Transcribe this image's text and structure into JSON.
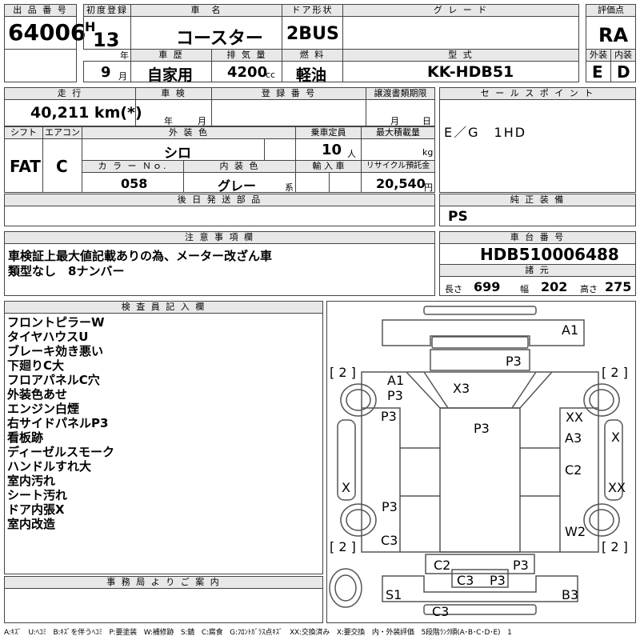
{
  "headers": {
    "lot_no": "出 品 番 号",
    "first_reg": "初度登録",
    "car_name": "車　名",
    "doors": "ドア形状",
    "grade": "グ レ ー ド",
    "rating": "評価点",
    "history": "車 歴",
    "displacement": "排 気 量",
    "fuel": "燃 料",
    "model": "型 式",
    "exterior": "外装",
    "interior": "内装",
    "mileage": "走 行",
    "inspection": "車 検",
    "reg_no": "登 録 番 号",
    "transfer": "譲渡書類期限",
    "sales_point": "セ ー ル ス ポ イ ン ト",
    "shift": "シフト",
    "aircon": "エアコン",
    "ext_color": "外 装 色",
    "capacity": "乗車定員",
    "max_load": "最大積載量",
    "color_no": "カ ラ ー Ｎｏ.",
    "int_color": "内 装 色",
    "import": "輸 入 車",
    "recycle": "リサイクル預託金",
    "later_parts": "後 日 発 送 部 品",
    "genuine": "純 正 装 備",
    "caution": "注 意 事 項 欄",
    "chassis": "車 台 番 号",
    "specs": "諸 元",
    "inspector": "検 査 員 記 入 欄",
    "office": "事 務 局 よ り ご 案 内"
  },
  "lot_no": "64006",
  "era": "H",
  "year": "13",
  "year_unit": "年",
  "month": "9",
  "month_unit": "月",
  "car_name": "コースター",
  "doors": "2BUS",
  "rating": "RA",
  "history": "自家用",
  "displacement": "4200",
  "cc_unit": "cc",
  "fuel": "軽油",
  "model": "KK-HDB51",
  "exterior_grade": "E",
  "interior_grade": "D",
  "mileage": "40,211 km(*)",
  "insp_year_unit": "年",
  "insp_month_unit": "月",
  "transfer_month_unit": "月",
  "transfer_day_unit": "日",
  "sales_point": "E／G　1HD",
  "shift": "FAT",
  "aircon": "C",
  "ext_color": "シロ",
  "capacity": "10",
  "capacity_unit": "人",
  "max_load_unit": "kg",
  "color_no": "058",
  "int_color": "グレー",
  "int_color_suffix": "系",
  "recycle": "20,540",
  "recycle_unit": "円",
  "genuine": "PS",
  "caution_lines": [
    "車検証上最大値記載ありの為、メーター改ざん車",
    "類型なし　8ナンバー"
  ],
  "chassis_no": "HDB510006488",
  "length_label": "長さ",
  "length": "699",
  "width_label": "幅",
  "width": "202",
  "height_label": "高さ",
  "height": "275",
  "inspector_notes": [
    "フロントピラーW",
    "タイヤハウスU",
    "ブレーキ効き悪い",
    "下廻りC大",
    "フロアパネルC穴",
    "外装色あせ",
    "エンジン白煙",
    "右サイドパネルP3",
    "看板跡",
    "ディーゼルスモーク",
    "ハンドルすれ大",
    "室内汚れ",
    "シート汚れ",
    "ドア内張X",
    "室内改造"
  ],
  "diagram_marks": {
    "a1_front": "A1",
    "p3_top": "P3",
    "x3": "X3",
    "a1_left": "A1",
    "p3_left1": "P3",
    "p3_left2": "P3",
    "p3_center": "P3",
    "xx_right": "XX",
    "a3": "A3",
    "x_far_right": "X",
    "c2_right": "C2",
    "x_left": "X",
    "xx_far_right": "XX",
    "p3_left3": "P3",
    "w2": "W2",
    "c3_left": "C3",
    "c2_rear": "C2",
    "p3_rear": "P3",
    "c3_rear": "C3",
    "p3_rear2": "P3",
    "s1": "S1",
    "b3": "B3",
    "c3_bottom": "C3",
    "tire_tl": "[ 2 ]",
    "tire_tr": "[ 2 ]",
    "tire_bl": "[ 2 ]",
    "tire_br": "[ 2 ]"
  },
  "legend": "A:ｷｽﾞ　U:ﾍｺﾐ　B:ｷｽﾞを伴うﾍｺﾐ　P:要塗装　W:補修跡　S:錆　C:腐食　G:ﾌﾛﾝﾄｶﾞﾗｽ点ｷｽﾞ　XX:交換済み　X:要交換　内・外装評価　5段階ﾗﾝｸ順(A･B･C･D･E)　1"
}
